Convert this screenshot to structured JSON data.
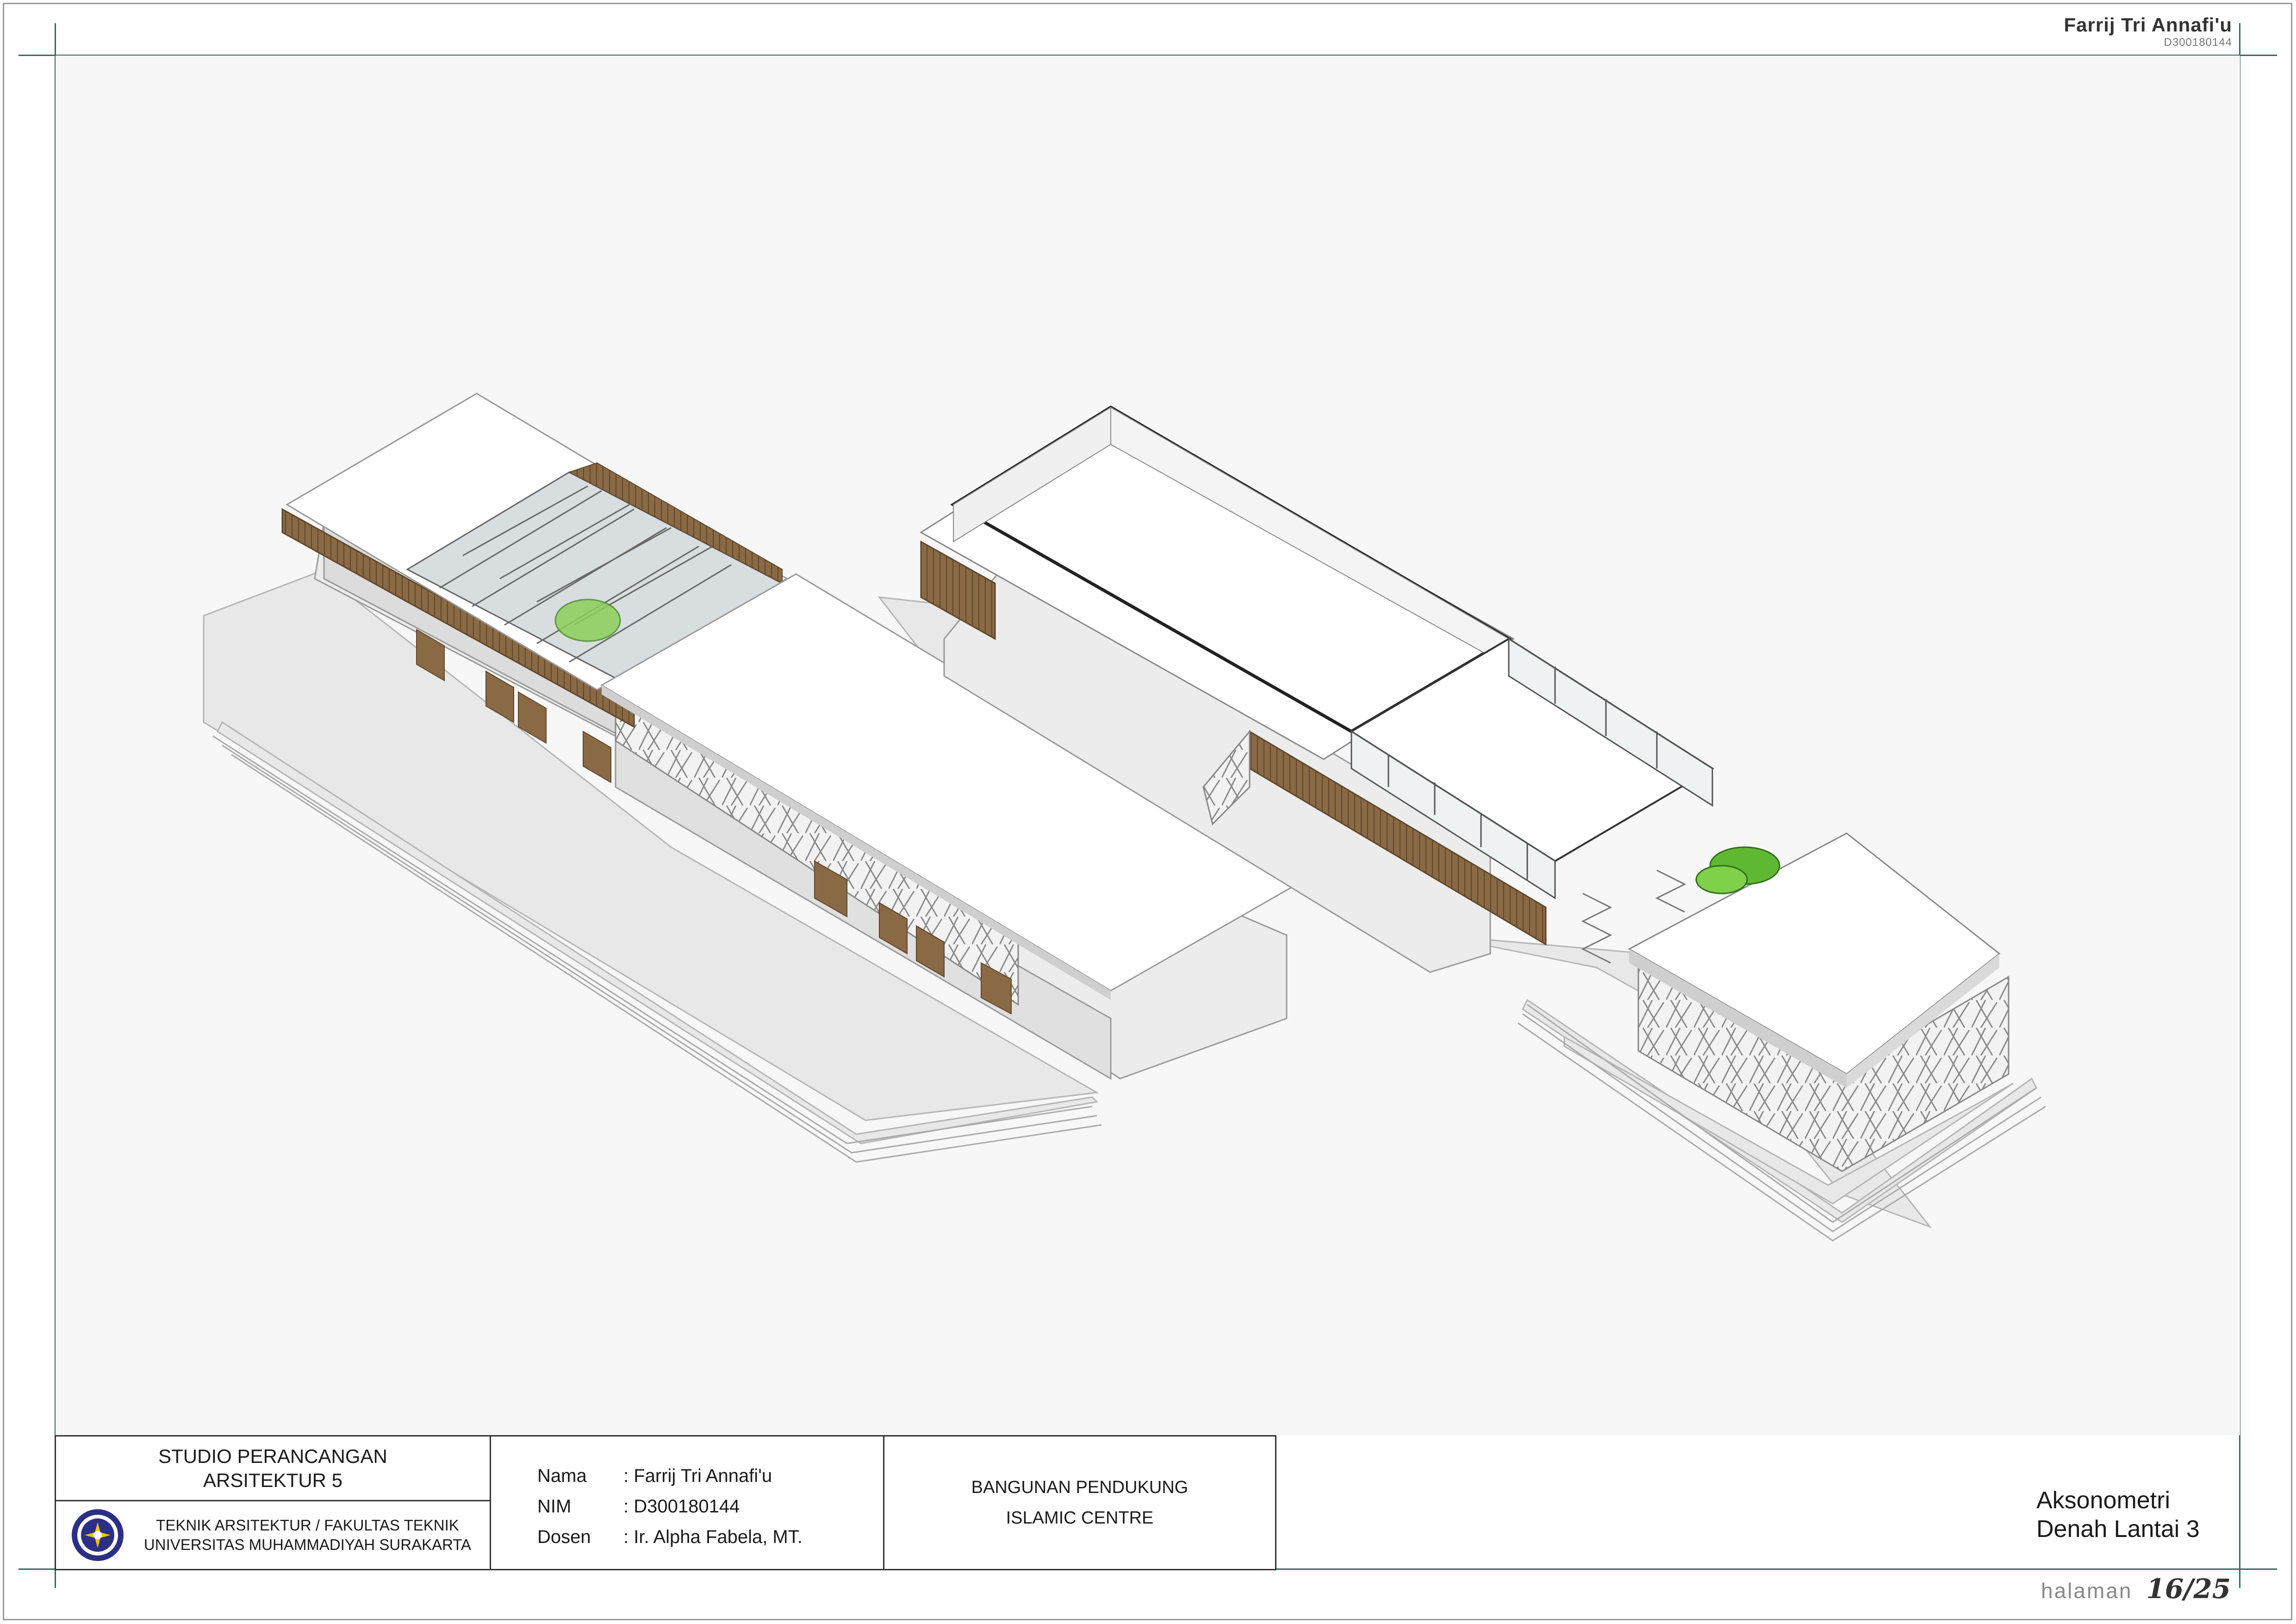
{
  "header": {
    "author_name": "Farrij Tri Annafi'u",
    "author_id": "D300180144"
  },
  "drawing": {
    "title_line1": "Aksonometri",
    "title_line2": "Denah Lantai 3"
  },
  "title_block": {
    "studio_line1": "STUDIO PERANCANGAN",
    "studio_line2": "ARSITEKTUR 5",
    "dept_line": "TEKNIK ARSITEKTUR / FAKULTAS TEKNIK",
    "university_line": "UNIVERSITAS MUHAMMADIYAH SURAKARTA",
    "info": [
      {
        "label": "Nama",
        "value": ": Farrij Tri Annafi'u"
      },
      {
        "label": "NIM",
        "value": ": D300180144"
      },
      {
        "label": "Dosen",
        "value": ": Ir. Alpha Fabela, MT."
      }
    ],
    "project_line1": "BANGUNAN PENDUKUNG",
    "project_line2": "ISLAMIC CENTRE"
  },
  "footer": {
    "page_label": "halaman",
    "page_number": "16/25"
  },
  "colors": {
    "frame": "#2e6b5e",
    "timber": "#8a6a45",
    "greenery": "#5fb832",
    "roof": "#ffffff",
    "shadow": "#e4e4e4"
  }
}
